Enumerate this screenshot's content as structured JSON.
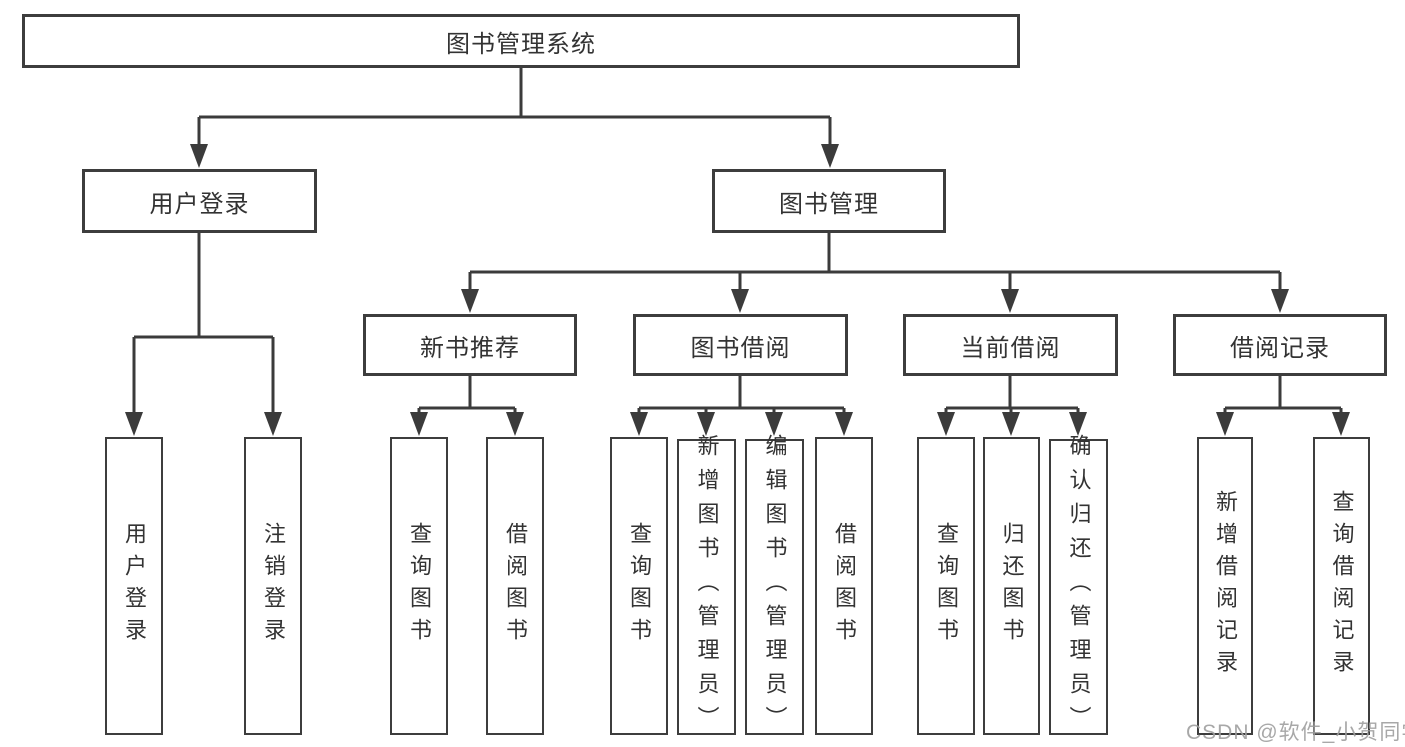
{
  "diagram": {
    "line_color": "#3b3b3b",
    "text_color": "#333333",
    "tree": {
      "label": "图书管理系统",
      "children": [
        {
          "label": "用户登录",
          "children": [
            {
              "label": "用户登录"
            },
            {
              "label": "注销登录"
            }
          ]
        },
        {
          "label": "图书管理",
          "children": [
            {
              "label": "新书推荐",
              "children": [
                {
                  "label": "查询图书"
                },
                {
                  "label": "借阅图书"
                }
              ]
            },
            {
              "label": "图书借阅",
              "children": [
                {
                  "label": "查询图书"
                },
                {
                  "label": "新增图书（管理员）"
                },
                {
                  "label": "编辑图书（管理员）"
                },
                {
                  "label": "借阅图书"
                }
              ]
            },
            {
              "label": "当前借阅",
              "children": [
                {
                  "label": "查询图书"
                },
                {
                  "label": "归还图书"
                },
                {
                  "label": "确认归还（管理员）"
                }
              ]
            },
            {
              "label": "借阅记录",
              "children": [
                {
                  "label": "新增借阅记录"
                },
                {
                  "label": "查询借阅记录"
                }
              ]
            }
          ]
        }
      ]
    },
    "watermark": "CSDN @软件_小贺同学"
  }
}
